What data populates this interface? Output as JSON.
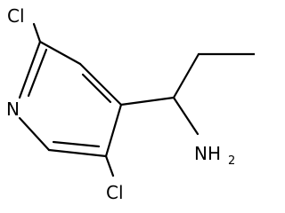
{
  "molecule": {
    "atoms": {
      "cl_top": "Cl",
      "n_ring": "N",
      "cl_bottom": "Cl",
      "amine_main": "NH",
      "amine_sub": "2"
    },
    "colors": {
      "bond": "#000000",
      "label": "#000000",
      "background": "#ffffff"
    }
  }
}
